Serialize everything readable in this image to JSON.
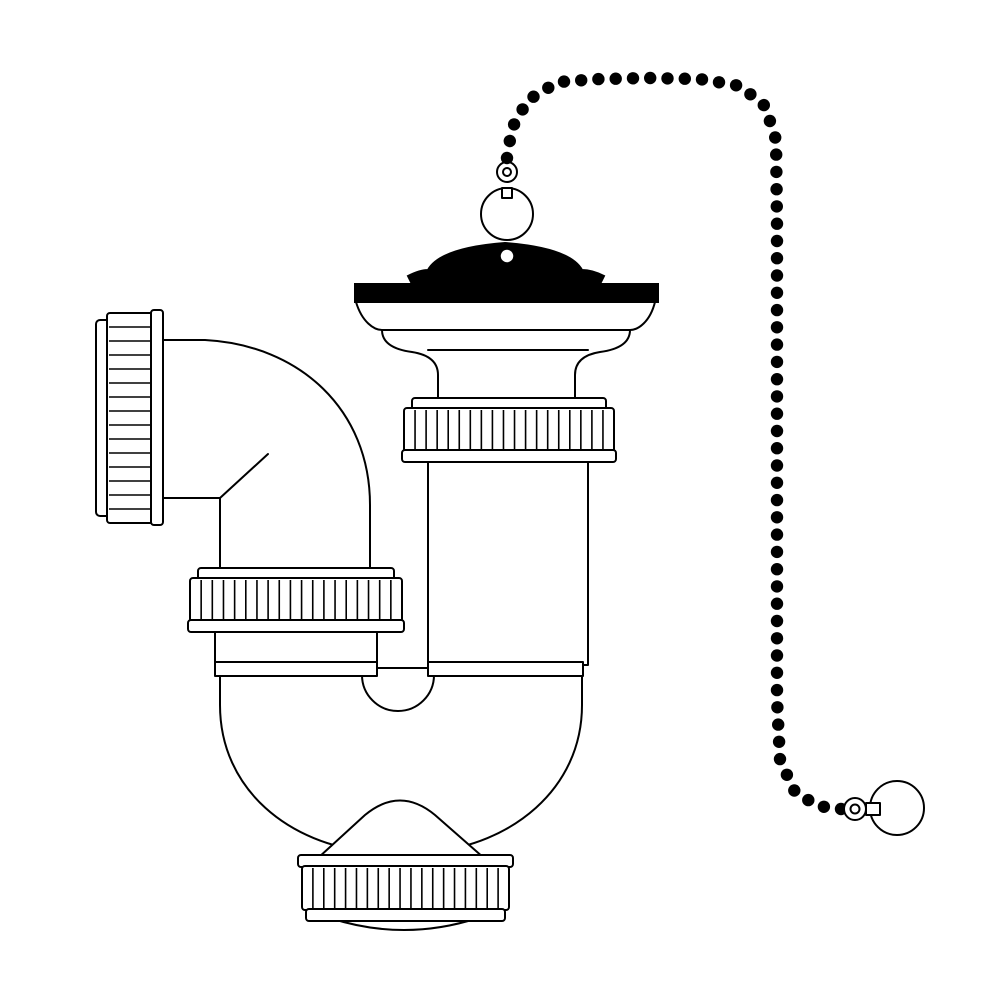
{
  "figure": {
    "subject": "sink-bottle-trap-with-plug-and-chain",
    "style": "black-line-art",
    "colors": {
      "line": "#000000",
      "background": "#ffffff",
      "plug": "#000000"
    }
  },
  "parts": {
    "side_outlet_nut": {
      "rib_count": 14
    },
    "trap_nut": {
      "rib_count": 18
    },
    "tailpiece_nut": {
      "rib_count": 18
    },
    "bottom_cap": {
      "rib_count": 18
    },
    "chain": {
      "bead_count": 62
    }
  }
}
